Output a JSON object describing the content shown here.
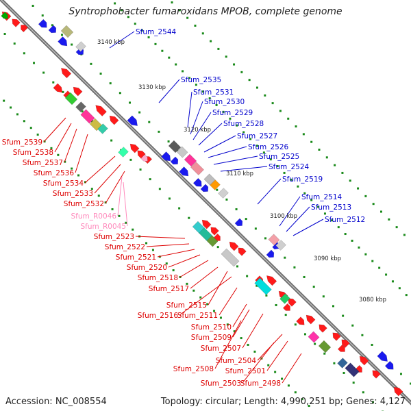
{
  "title": "Syntrophobacter fumaroxidans MPOB, complete genome",
  "accession": "Accession: NC_008554",
  "summary": "Topology: circular; Length: 4,990,251 bp; Genes: 4,127",
  "colors": {
    "backbone": "#707070",
    "ticks": "#1a8a1a",
    "forward_label": "#0000cc",
    "reverse_label": "#dd0000",
    "rna_label": "#ff88bb"
  },
  "scale_labels": [
    "3140 kbp",
    "3130 kbp",
    "3120 kbp",
    "3110 kbp",
    "3100 kbp",
    "3090 kbp",
    "3080 kbp"
  ],
  "forward_genes": [
    "Sfum_2544",
    "Sfum_2535",
    "Sfum_2531",
    "Sfum_2530",
    "Sfum_2529",
    "Sfum_2528",
    "Sfum_2527",
    "Sfum_2526",
    "Sfum_2525",
    "Sfum_2524",
    "Sfum_2519",
    "Sfum_2514",
    "Sfum_2513",
    "Sfum_2512"
  ],
  "reverse_genes": [
    "Sfum_2539",
    "Sfum_2538",
    "Sfum_2537",
    "Sfum_2536",
    "Sfum_2534",
    "Sfum_2533",
    "Sfum_2532",
    "Sfum_2523",
    "Sfum_2522",
    "Sfum_2521",
    "Sfum_2520",
    "Sfum_2518",
    "Sfum_2517",
    "Sfum_2515",
    "Sfum_2516",
    "Sfum_2511",
    "Sfum_2510",
    "Sfum_2509",
    "Sfum_2507",
    "Sfum_2504",
    "Sfum_2508",
    "Sfum_2501",
    "Sfum_2503",
    "Sfum_2498"
  ],
  "rna_genes": [
    "Sfum_R0046",
    "Sfum_R0045"
  ]
}
